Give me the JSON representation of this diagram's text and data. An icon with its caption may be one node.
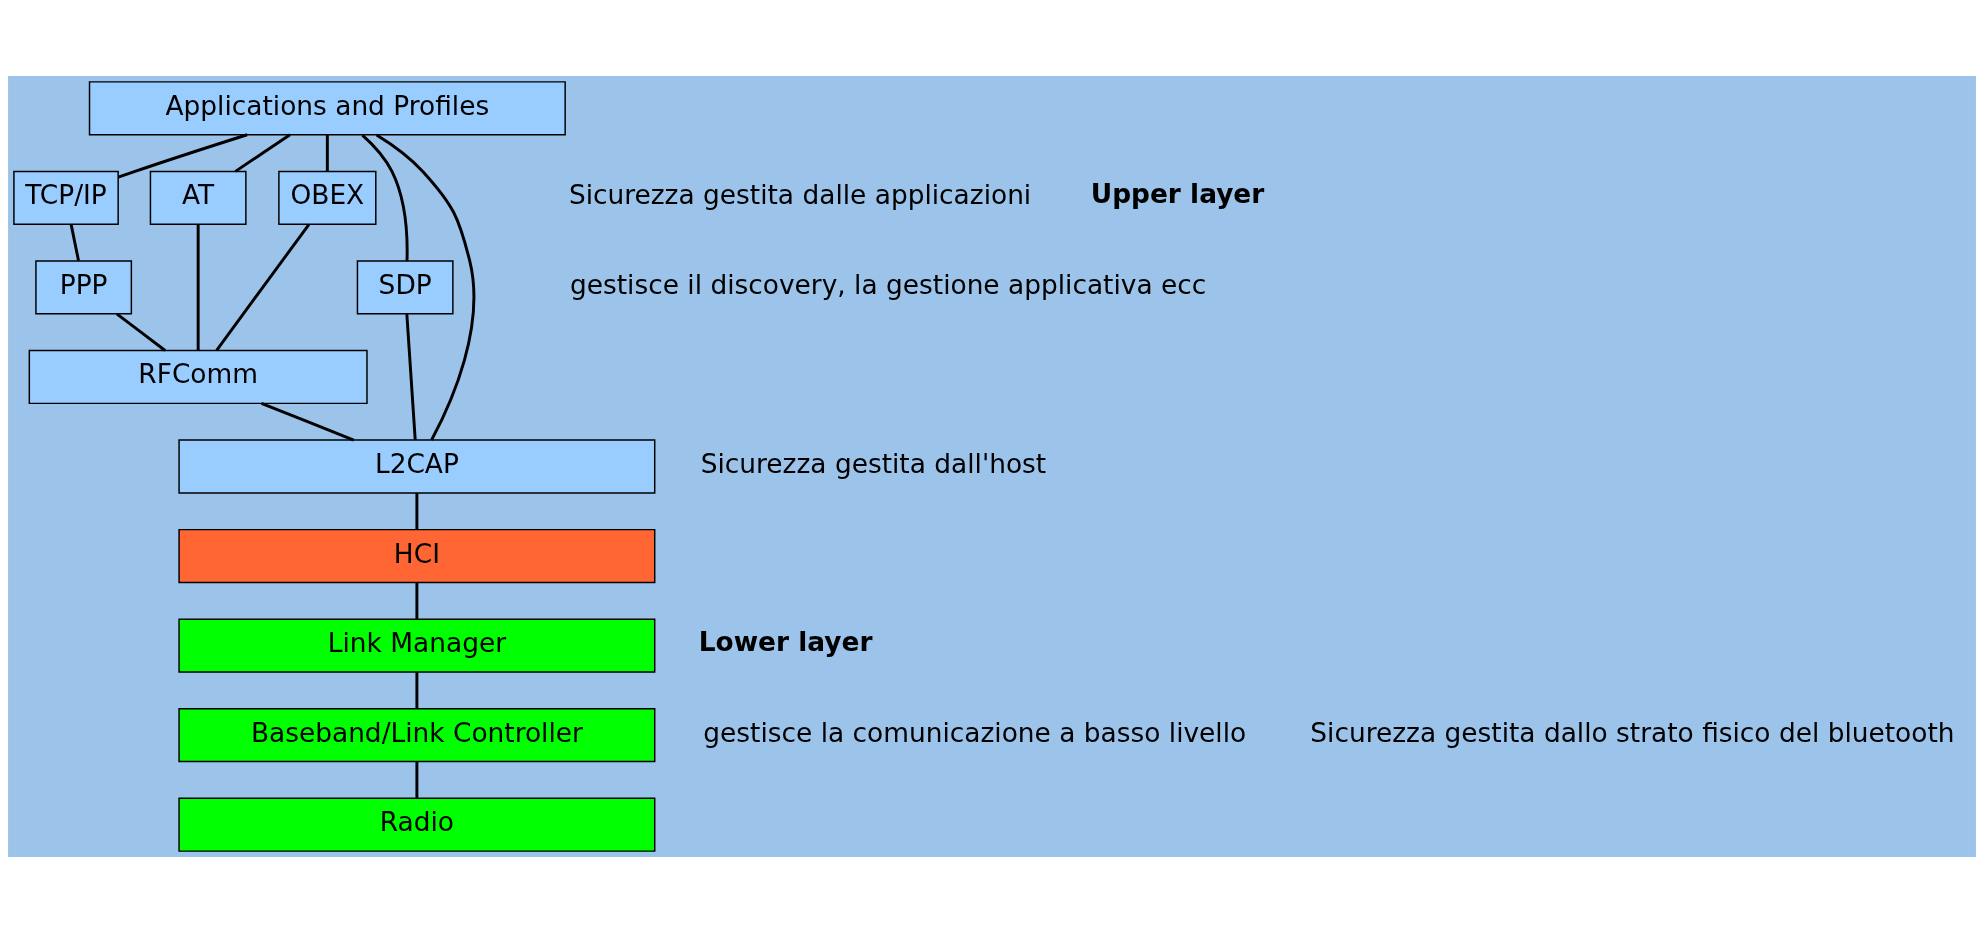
{
  "diagram": {
    "nodes": [
      {
        "text": [
          "Applications and Profiles"
        ]
      },
      {
        "text": [
          "TCP/IP"
        ]
      },
      {
        "text": [
          "AT"
        ]
      },
      {
        "text": [
          "OBEX"
        ]
      },
      {
        "text": [
          "PPP"
        ]
      },
      {
        "text": [
          "SDP"
        ]
      },
      {
        "text": [
          "RFComm"
        ]
      },
      {
        "text": [
          "L2CAP"
        ]
      },
      {
        "text": [
          "HCI"
        ]
      },
      {
        "text": [
          "Link Manager"
        ]
      },
      {
        "text": [
          "Baseband/Link Controller"
        ]
      },
      {
        "text": [
          "Radio"
        ]
      }
    ],
    "edges": [
      {
        "from": 0,
        "to": 5,
        "arrow": "none"
      },
      {
        "from": 0,
        "to": 7,
        "arrow": "none"
      },
      {
        "from": 0,
        "to": 2,
        "arrow": "none"
      },
      {
        "from": 0,
        "to": 1,
        "arrow": "none"
      },
      {
        "from": 0,
        "to": 3,
        "arrow": "none"
      },
      {
        "from": 1,
        "to": 4,
        "arrow": "none"
      },
      {
        "from": 2,
        "to": 6,
        "arrow": "none"
      },
      {
        "from": 4,
        "to": 6,
        "arrow": "none"
      },
      {
        "from": 3,
        "to": 6,
        "arrow": "none"
      },
      {
        "from": 5,
        "to": 7,
        "arrow": "none"
      },
      {
        "from": 6,
        "to": 7,
        "arrow": "none"
      },
      {
        "from": 7,
        "to": 8,
        "arrow": "none"
      },
      {
        "from": 8,
        "to": 9,
        "arrow": "none"
      },
      {
        "from": 9,
        "to": 10,
        "arrow": "none"
      },
      {
        "from": 10,
        "to": 11,
        "arrow": "none"
      }
    ],
    "labels": [
      "Sicurezza gestita dalle applicazioni",
      "Upper layer",
      "gestisce il discovery, la gestione applicativa ecc",
      "Sicurezza gestita dall'host",
      "Lower layer",
      "gestisce la comunicazione a basso livello",
      "Sicurezza gestita dallo strato fisico del bluetooth"
    ]
  }
}
